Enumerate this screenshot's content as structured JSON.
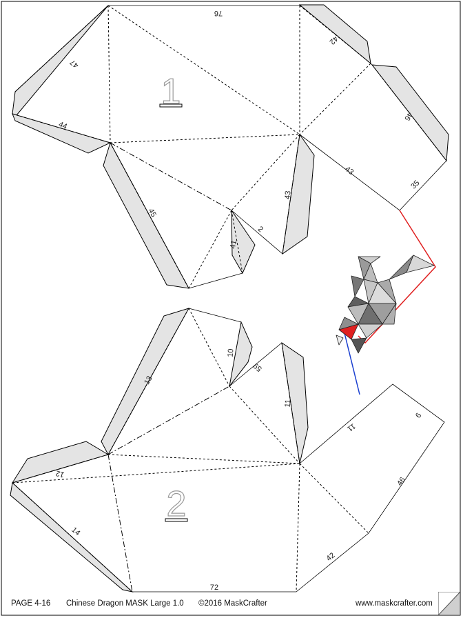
{
  "page": {
    "page_label": "PAGE 4-16",
    "title": "Chinese Dragon MASK Large 1.0",
    "copyright": "©2016 MaskCrafter",
    "website": "www.maskcrafter.com"
  },
  "parts": [
    {
      "number": "1",
      "edge_labels": [
        "76",
        "42",
        "47",
        "46",
        "44",
        "43",
        "35",
        "45",
        "43",
        "2",
        "41"
      ]
    },
    {
      "number": "2",
      "edge_labels": [
        "10",
        "59",
        "13",
        "11",
        "11",
        "9",
        "12",
        "46",
        "14",
        "42",
        "72"
      ]
    }
  ],
  "colors": {
    "glue_tab": "#e4e4e4",
    "cut_line": "#000000",
    "fold_line": "#000000",
    "guide_red": "#e02020",
    "guide_blue": "#1a3fd0"
  },
  "icons": {
    "dragon_preview": "dragon-head-icon",
    "page_corner": "page-curl-icon"
  }
}
